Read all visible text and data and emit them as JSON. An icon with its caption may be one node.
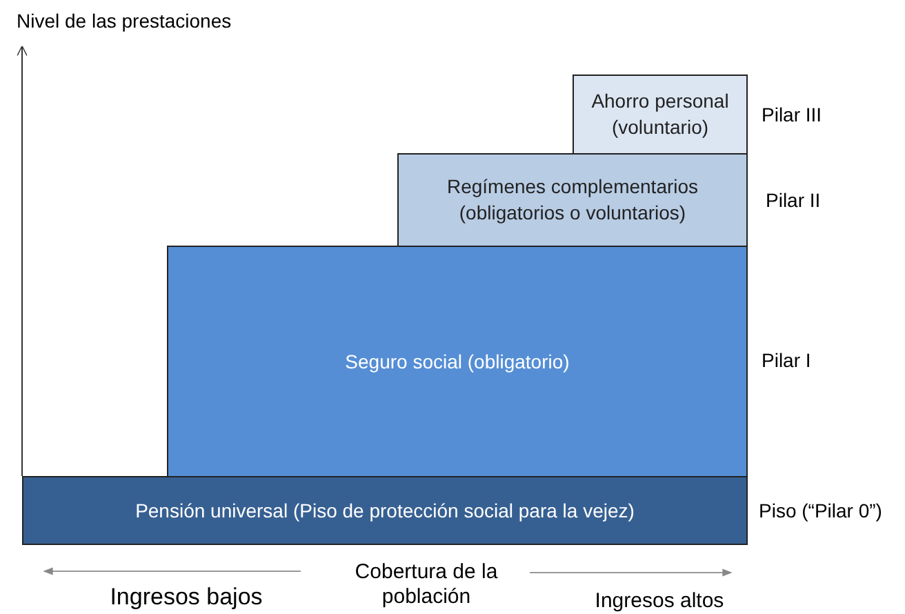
{
  "diagram": {
    "nodes": [
      {
        "text": [
          "Ahorro personal (voluntario)"
        ],
        "beside": [
          "Pilar III"
        ]
      },
      {
        "text": [
          "Regímenes complementarios (obligatorios o voluntarios)"
        ],
        "beside": [
          "Pilar II"
        ]
      },
      {
        "text": [
          "Seguro social (obligatorio)"
        ],
        "beside": [
          "Pilar I"
        ]
      },
      {
        "text": [
          "Pensión universal (Piso de protección social para la vejez)"
        ],
        "beside": [
          "Piso (“Pilar 0”)"
        ]
      }
    ],
    "edges": [],
    "labels": [
      "Nivel de las prestaciones",
      "Cobertura de la población",
      "Ingresos bajos",
      "Ingresos altos"
    ]
  }
}
